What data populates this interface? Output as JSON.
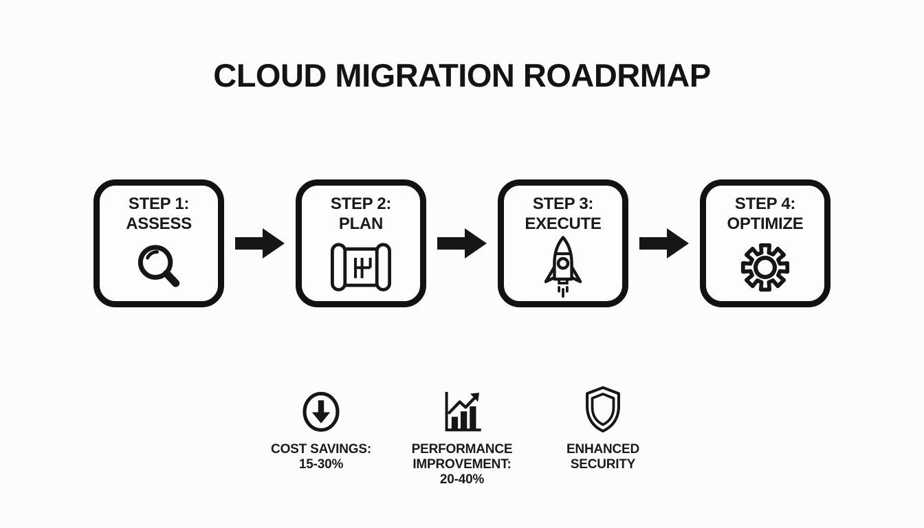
{
  "title": "CLOUD MIGRATION ROADRMAP",
  "colors": {
    "ink": "#161616",
    "background": "#fcfcfc"
  },
  "steps": [
    {
      "step_label": "STEP 1:",
      "name": "ASSESS",
      "icon": "magnifier-icon"
    },
    {
      "step_label": "STEP 2:",
      "name": "PLAN",
      "icon": "blueprint-icon"
    },
    {
      "step_label": "STEP 3:",
      "name": "EXECUTE",
      "icon": "rocket-icon"
    },
    {
      "step_label": "STEP 4:",
      "name": "OPTIMIZE",
      "icon": "gear-icon"
    }
  ],
  "connector_icon": "arrow-right-icon",
  "benefits": [
    {
      "icon": "arrow-down-circle-icon",
      "lines": [
        "COST SAVINGS:",
        "15-30%"
      ]
    },
    {
      "icon": "bar-chart-growth-icon",
      "lines": [
        "PERFORMANCE",
        "IMPROVEMENT:",
        "20-40%"
      ]
    },
    {
      "icon": "shield-icon",
      "lines": [
        "ENHANCED SECURITY"
      ]
    }
  ]
}
